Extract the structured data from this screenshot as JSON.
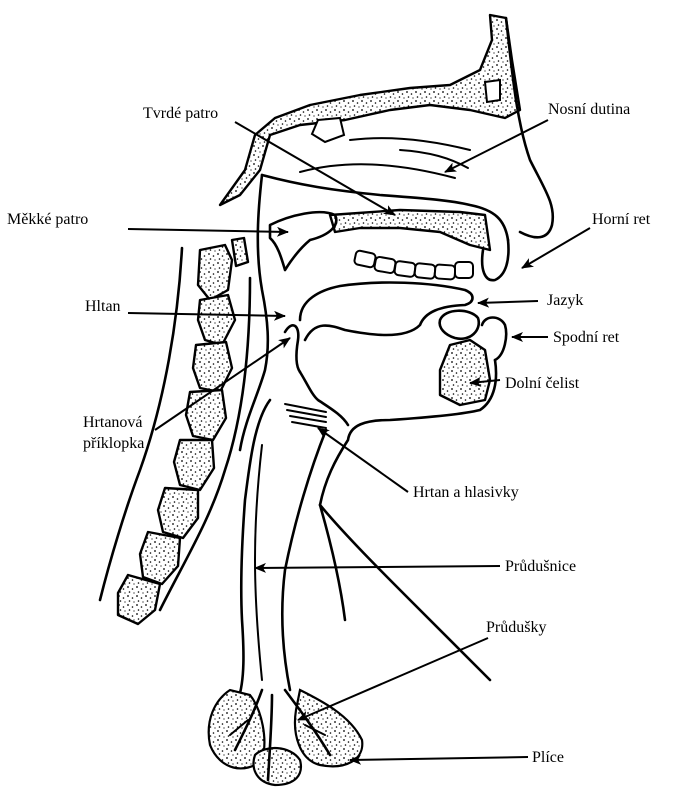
{
  "labels": {
    "tvrde_patro": "Tvrdé patro",
    "nosni_dutina": "Nosní dutina",
    "mekke_patro": "Měkké patro",
    "horni_ret": "Horní ret",
    "hltan": "Hltan",
    "jazyk": "Jazyk",
    "spodni_ret": "Spodní ret",
    "dolni_celist": "Dolní čelist",
    "hrtanova_line1": "Hrtanová",
    "hrtanova_line2": "příklopka",
    "hrtan_a_hlasivky": "Hrtan a hlasivky",
    "prudusnice": "Průdušnice",
    "prudusky": "Průdušky",
    "plice": "Plíce"
  },
  "colors": {
    "ink": "#000000",
    "paper": "#ffffff"
  }
}
